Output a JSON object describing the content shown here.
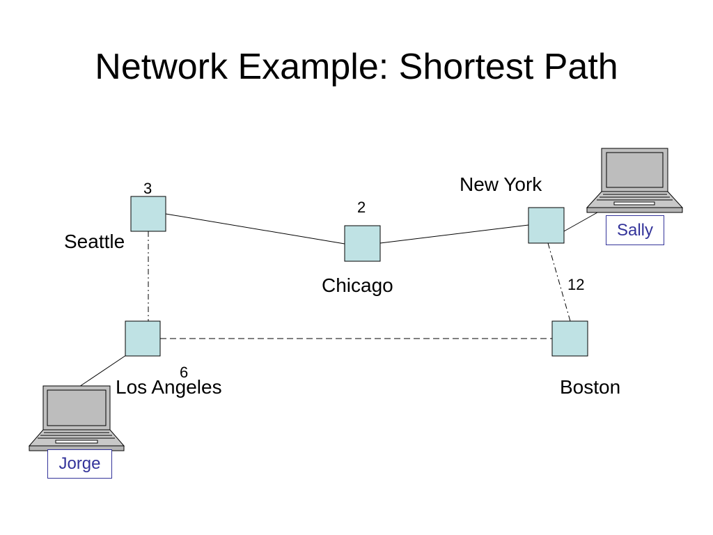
{
  "title": "Network Example: Shortest Path",
  "nodes": {
    "seattle": "Seattle",
    "chicago": "Chicago",
    "new_york": "New York",
    "los_angeles": "Los Angeles",
    "boston": "Boston"
  },
  "weights": {
    "seattle": "3",
    "chicago": "2",
    "new_york_boston": "12",
    "los_angeles": "6"
  },
  "users": {
    "sally": "Sally",
    "jorge": "Jorge"
  },
  "colors": {
    "router_fill": "#bfe2e4",
    "user_label": "#33339a",
    "laptop_body": "#c0c0c0"
  }
}
